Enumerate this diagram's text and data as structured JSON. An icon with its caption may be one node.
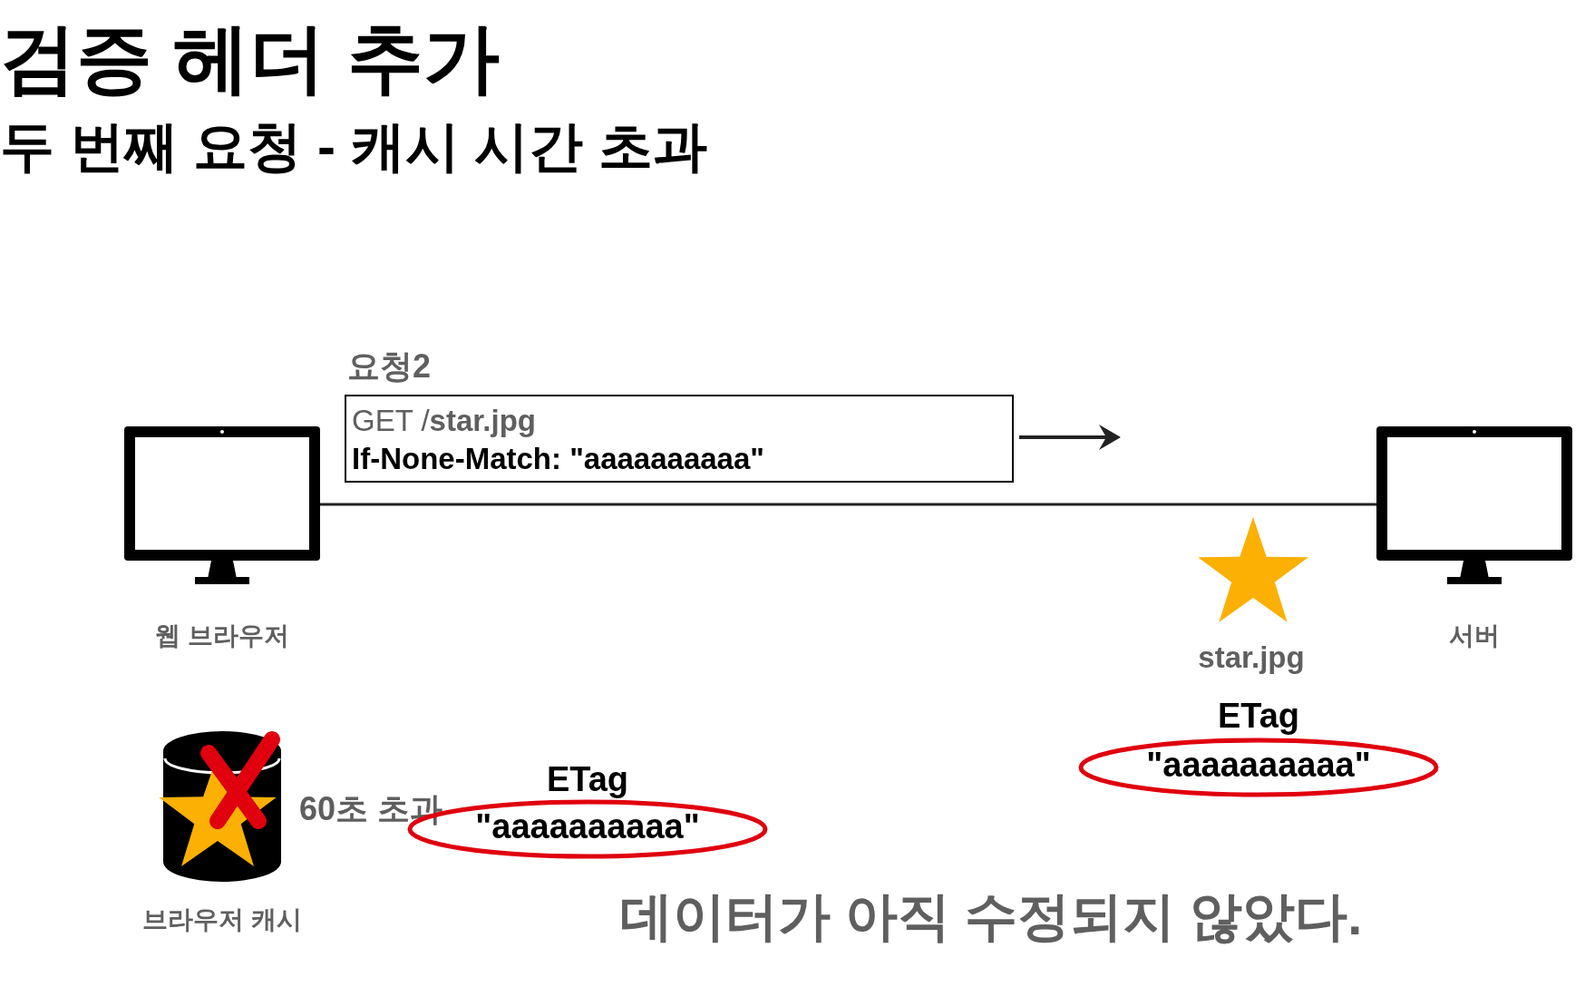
{
  "diagram": {
    "title": "검증 헤더 추가",
    "nodes": [
      {
        "text": [
          "웹 브라우저"
        ]
      },
      {
        "text": [
          "요청2",
          "GET /**star.jpg**",
          "If-None-Match: \"aaaaaaaaaa\""
        ]
      },
      {
        "text": [
          "서버"
        ]
      },
      {
        "text": [
          "star.jpg"
        ]
      },
      {
        "text": [
          "ETag",
          "\"aaaaaaaaaa\""
        ]
      },
      {
        "text": [
          "브라우저 캐시"
        ],
        "beside": [
          "60초 초과"
        ]
      },
      {
        "text": [
          "ETag",
          "\"aaaaaaaaaa\""
        ]
      }
    ],
    "edges": [
      {
        "from": 0,
        "to": 2,
        "arrow": "none"
      }
    ],
    "labels": [
      "두 번째 요청 - 캐시 시간 초과",
      "데이터가 아직 수정되지 않았다."
    ]
  }
}
